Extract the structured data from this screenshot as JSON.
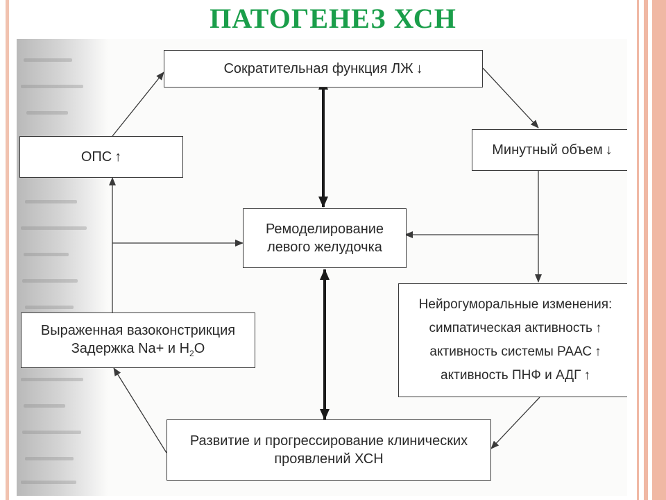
{
  "title": "ПАТОГЕНЕЗ ХСН",
  "colors": {
    "title": "#1a9e4a",
    "decor_left": "#f1c2b0",
    "decor_right": "#f0b8a4",
    "line": "#3a3a3a"
  },
  "nodes": {
    "contractility": {
      "label": "Сократительная функция ЛЖ",
      "sign": "↓"
    },
    "minute_volume": {
      "label": "Минутный объем",
      "sign": "↓"
    },
    "ops": {
      "label": "ОПС",
      "sign": "↑"
    },
    "remodeling": {
      "line1": "Ремоделирование",
      "line2": "левого желудочка"
    },
    "neurohumoral": {
      "heading": "Нейрогуморальные изменения:",
      "items": [
        {
          "label": "симпатическая активность",
          "sign": "↑"
        },
        {
          "label": "активность системы РААС",
          "sign": "↑"
        },
        {
          "label": "активность ПНФ и АДГ",
          "sign": "↑"
        }
      ]
    },
    "vasoconstriction": {
      "line1": "Выраженная вазоконстрикция",
      "line2_pre": "Задержка Na+ и H",
      "line2_sub": "2",
      "line2_post": "O"
    },
    "progression": {
      "line1": "Развитие и прогрессирование клинических",
      "line2": "проявлений ХСН"
    }
  }
}
